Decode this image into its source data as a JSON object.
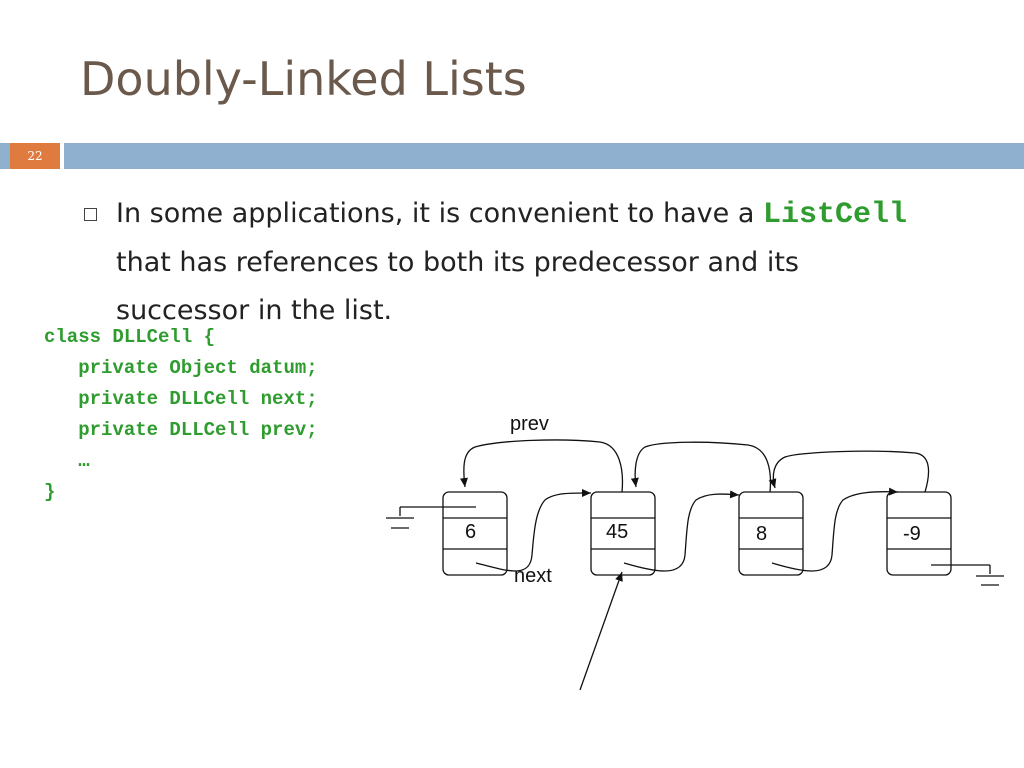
{
  "slide": {
    "title": "Doubly-Linked Lists",
    "number": "22"
  },
  "bullet": {
    "pre": "In some applications, it is convenient to have a ",
    "code": "ListCell",
    "post": " that has references to both its predecessor and its successor in the list."
  },
  "code_lines": [
    "class DLLCell {",
    "   private Object datum;",
    "   private DLLCell next;",
    "   private DLLCell prev;",
    "   …",
    "}"
  ],
  "diagram": {
    "prev_label": "prev",
    "next_label": "next",
    "cells": [
      {
        "value": "6"
      },
      {
        "value": "45"
      },
      {
        "value": "8"
      },
      {
        "value": "-9"
      }
    ]
  },
  "colors": {
    "title": "#6b5a4c",
    "rule": "#8fb1cf",
    "slide_number_bg": "#e07b3f",
    "code": "#2e9c2e"
  }
}
